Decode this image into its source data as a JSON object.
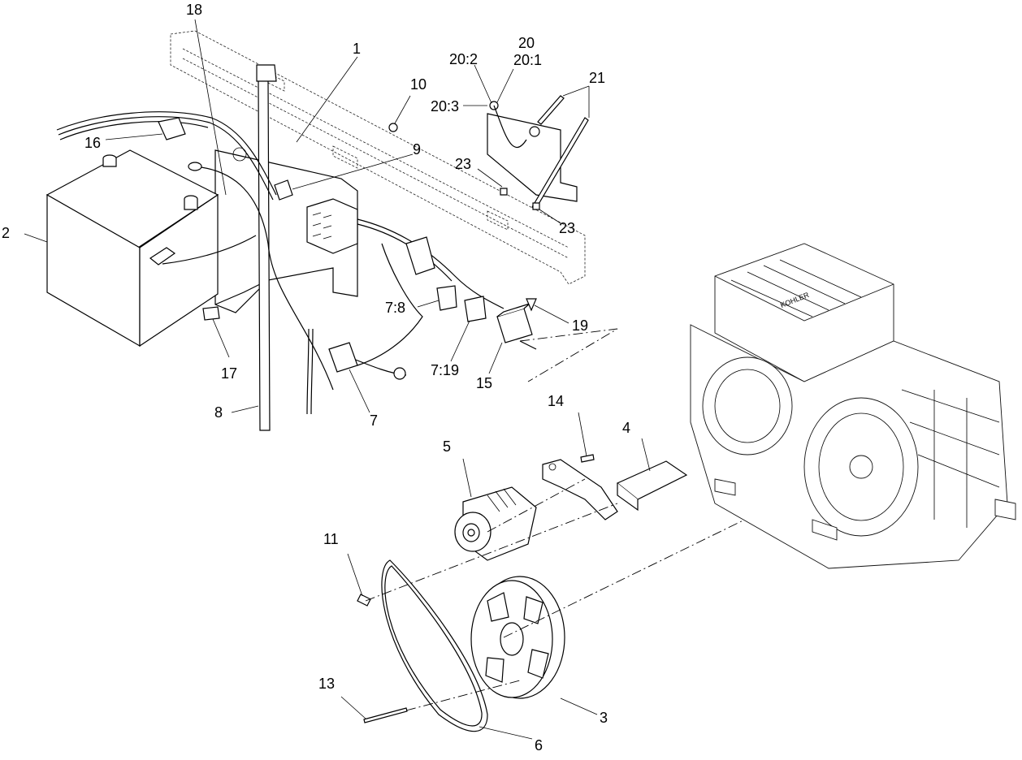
{
  "callouts": [
    {
      "id": "c1",
      "text": "1"
    },
    {
      "id": "c2",
      "text": "2"
    },
    {
      "id": "c3",
      "text": "3"
    },
    {
      "id": "c4",
      "text": "4"
    },
    {
      "id": "c5",
      "text": "5"
    },
    {
      "id": "c6",
      "text": "6"
    },
    {
      "id": "c7",
      "text": "7"
    },
    {
      "id": "c7_8",
      "text": "7:8"
    },
    {
      "id": "c7_19",
      "text": "7:19"
    },
    {
      "id": "c8",
      "text": "8"
    },
    {
      "id": "c9",
      "text": "9"
    },
    {
      "id": "c10",
      "text": "10"
    },
    {
      "id": "c11",
      "text": "11"
    },
    {
      "id": "c13",
      "text": "13"
    },
    {
      "id": "c14",
      "text": "14"
    },
    {
      "id": "c15",
      "text": "15"
    },
    {
      "id": "c16",
      "text": "16"
    },
    {
      "id": "c17",
      "text": "17"
    },
    {
      "id": "c18",
      "text": "18"
    },
    {
      "id": "c19",
      "text": "19"
    },
    {
      "id": "c20",
      "text": "20"
    },
    {
      "id": "c20_1",
      "text": "20:1"
    },
    {
      "id": "c20_2",
      "text": "20:2"
    },
    {
      "id": "c20_3",
      "text": "20:3"
    },
    {
      "id": "c21",
      "text": "21"
    },
    {
      "id": "c23a",
      "text": "23"
    },
    {
      "id": "c23b",
      "text": "23"
    }
  ],
  "engine_brand": "KOHLER"
}
